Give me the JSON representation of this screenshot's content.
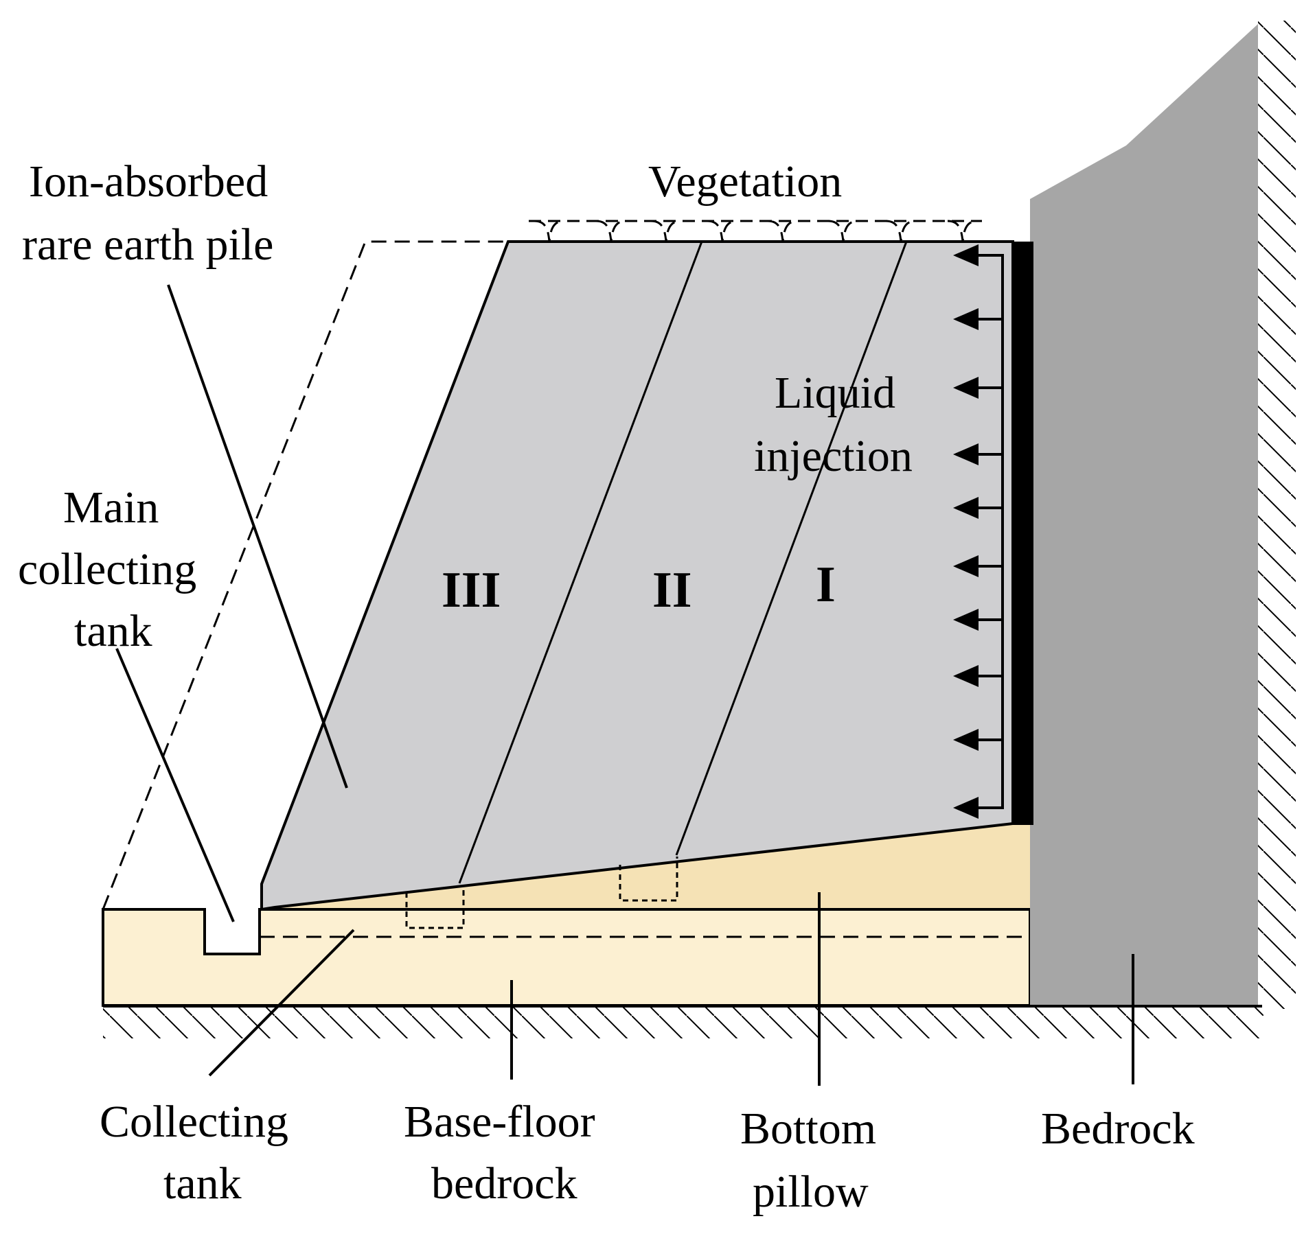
{
  "labels": {
    "pile_line1": "Ion-absorbed",
    "pile_line2": "rare earth pile",
    "vegetation": "Vegetation",
    "liquid_line1": "Liquid",
    "liquid_line2": "injection",
    "main_line1": "Main",
    "main_line2": "collecting",
    "main_line3": "tank",
    "collecting_line1": "Collecting",
    "collecting_line2": "tank",
    "base_line1": "Base-floor",
    "base_line2": "bedrock",
    "pillow_line1": "Bottom",
    "pillow_line2": "pillow",
    "bedrock": "Bedrock"
  },
  "zones": {
    "zone_3": "III",
    "zone_2": "II",
    "zone_1": "I"
  },
  "colors": {
    "pile": "#cfcfd1",
    "bedrock": "#a6a6a6",
    "base_floor": "#fcf0d2",
    "pillow": "#f5e2b5",
    "line": "#000000"
  }
}
